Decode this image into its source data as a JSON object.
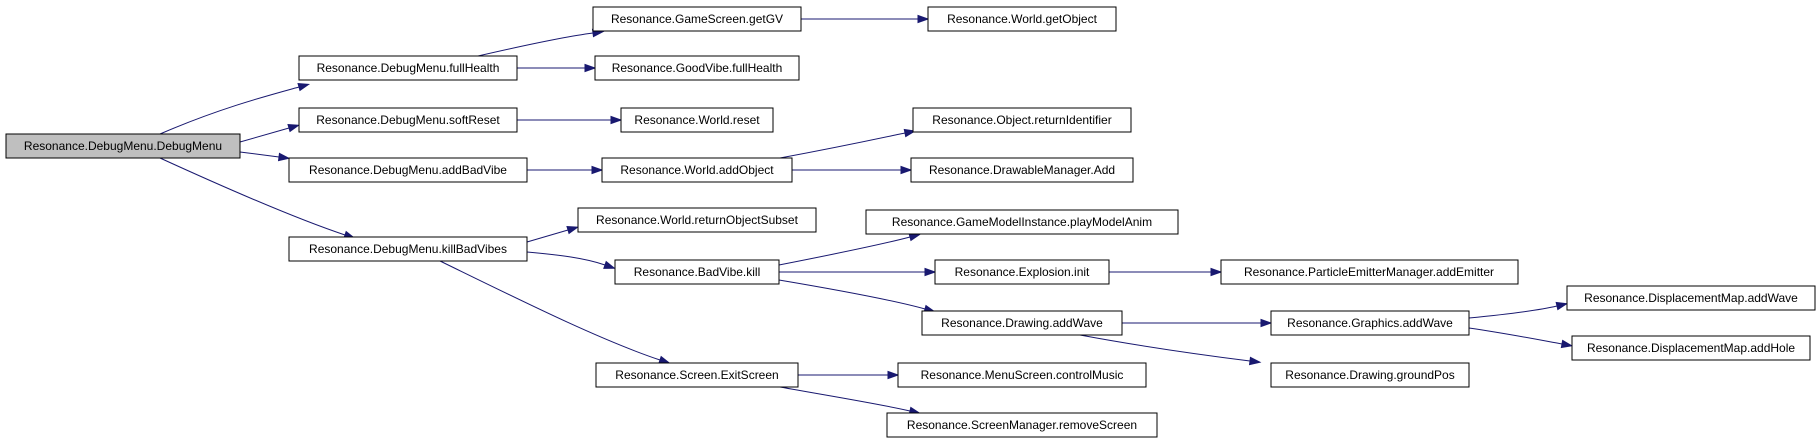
{
  "diagram": {
    "nodes": [
      {
        "id": "n0",
        "label": "Resonance.DebugMenu.DebugMenu",
        "root": true
      },
      {
        "id": "n1",
        "label": "Resonance.DebugMenu.fullHealth"
      },
      {
        "id": "n2",
        "label": "Resonance.DebugMenu.softReset"
      },
      {
        "id": "n3",
        "label": "Resonance.DebugMenu.addBadVibe"
      },
      {
        "id": "n4",
        "label": "Resonance.DebugMenu.killBadVibes"
      },
      {
        "id": "n5",
        "label": "Resonance.GameScreen.getGV"
      },
      {
        "id": "n6",
        "label": "Resonance.GoodVibe.fullHealth"
      },
      {
        "id": "n7",
        "label": "Resonance.World.reset"
      },
      {
        "id": "n8",
        "label": "Resonance.World.addObject"
      },
      {
        "id": "n9",
        "label": "Resonance.World.returnObjectSubset"
      },
      {
        "id": "n10",
        "label": "Resonance.BadVibe.kill"
      },
      {
        "id": "n11",
        "label": "Resonance.Screen.ExitScreen"
      },
      {
        "id": "n12",
        "label": "Resonance.World.getObject"
      },
      {
        "id": "n13",
        "label": "Resonance.Object.returnIdentifier"
      },
      {
        "id": "n14",
        "label": "Resonance.DrawableManager.Add"
      },
      {
        "id": "n15",
        "label": "Resonance.GameModelInstance.playModelAnim"
      },
      {
        "id": "n16",
        "label": "Resonance.Explosion.init"
      },
      {
        "id": "n17",
        "label": "Resonance.Drawing.addWave"
      },
      {
        "id": "n18",
        "label": "Resonance.MenuScreen.controlMusic"
      },
      {
        "id": "n19",
        "label": "Resonance.ScreenManager.removeScreen"
      },
      {
        "id": "n20",
        "label": "Resonance.ParticleEmitterManager.addEmitter"
      },
      {
        "id": "n21",
        "label": "Resonance.Graphics.addWave"
      },
      {
        "id": "n22",
        "label": "Resonance.Drawing.groundPos"
      },
      {
        "id": "n23",
        "label": "Resonance.DisplacementMap.addWave"
      },
      {
        "id": "n24",
        "label": "Resonance.DisplacementMap.addHole"
      }
    ],
    "edges": [
      {
        "from": "n0",
        "to": "n1"
      },
      {
        "from": "n0",
        "to": "n2"
      },
      {
        "from": "n0",
        "to": "n3"
      },
      {
        "from": "n0",
        "to": "n4"
      },
      {
        "from": "n1",
        "to": "n5"
      },
      {
        "from": "n1",
        "to": "n6"
      },
      {
        "from": "n2",
        "to": "n7"
      },
      {
        "from": "n3",
        "to": "n8"
      },
      {
        "from": "n4",
        "to": "n9"
      },
      {
        "from": "n4",
        "to": "n10"
      },
      {
        "from": "n4",
        "to": "n11"
      },
      {
        "from": "n5",
        "to": "n12"
      },
      {
        "from": "n8",
        "to": "n13"
      },
      {
        "from": "n8",
        "to": "n14"
      },
      {
        "from": "n10",
        "to": "n15"
      },
      {
        "from": "n10",
        "to": "n16"
      },
      {
        "from": "n10",
        "to": "n17"
      },
      {
        "from": "n11",
        "to": "n18"
      },
      {
        "from": "n11",
        "to": "n19"
      },
      {
        "from": "n16",
        "to": "n20"
      },
      {
        "from": "n17",
        "to": "n21"
      },
      {
        "from": "n17",
        "to": "n22"
      },
      {
        "from": "n21",
        "to": "n23"
      },
      {
        "from": "n21",
        "to": "n24"
      }
    ],
    "colors": {
      "edge": "#191970",
      "node_fill": "#ffffff",
      "root_fill": "#bfbfbf",
      "border": "#000000"
    }
  }
}
